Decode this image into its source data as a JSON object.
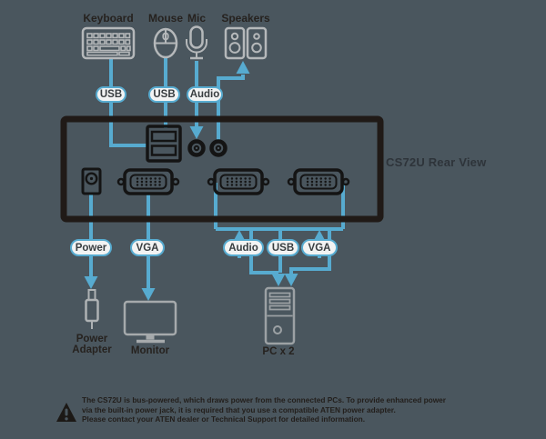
{
  "colors": {
    "background": "#4a565e",
    "cable_blue": "#57abd0",
    "device_outline": "#201a17",
    "port_black": "#141414",
    "pill_fill": "#f2f3f3",
    "peripheral_icon_gray": "#b5b8ba",
    "device_icon_gray": "#9ca1a4",
    "label_text": "#26221f"
  },
  "title": "CS72U Rear View",
  "peripherals": {
    "keyboard": "Keyboard",
    "mouse": "Mouse",
    "mic": "Mic",
    "speakers": "Speakers"
  },
  "cable_labels": {
    "keyboard_usb": "USB",
    "mouse_usb": "USB",
    "mic_audio": "Audio",
    "power": "Power",
    "monitor_vga": "VGA",
    "pc_audio": "Audio",
    "pc_usb": "USB",
    "pc_vga": "VGA"
  },
  "devices": {
    "power_adapter": "Power Adapter",
    "monitor": "Monitor",
    "pc": "PC x 2"
  },
  "note": {
    "lines": [
      "The CS72U is bus-powered, which draws power from the connected PCs. To provide enhanced power",
      "via the built-in power jack, it is required that you use a compatible ATEN power adapter.",
      "Please contact your ATEN dealer or Technical Support for detailed information."
    ]
  }
}
